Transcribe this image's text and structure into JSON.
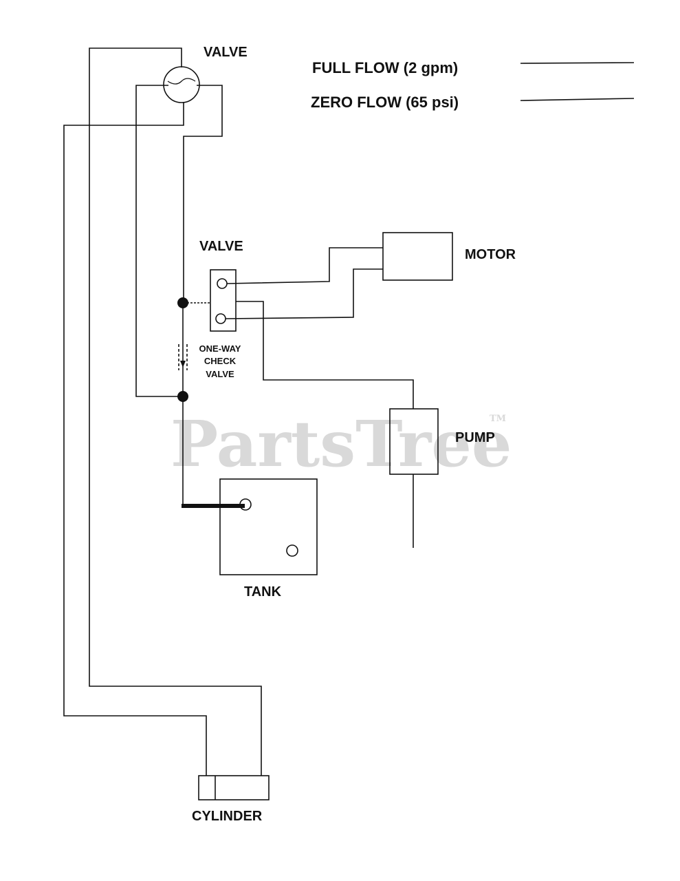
{
  "watermark": {
    "text": "PartsTree",
    "tm": "TM"
  },
  "legend": {
    "full_flow": "FULL FLOW (2 gpm)",
    "zero_flow": "ZERO FLOW (65 psi)"
  },
  "labels": {
    "valve_top": "VALVE",
    "valve_mid": "VALVE",
    "motor": "MOTOR",
    "pump": "PUMP",
    "tank": "TANK",
    "cylinder": "CYLINDER",
    "check_valve": [
      "ONE-WAY",
      "CHECK",
      "VALVE"
    ]
  },
  "colors": {
    "line": "#111111",
    "watermark": "#d9d9d9"
  }
}
